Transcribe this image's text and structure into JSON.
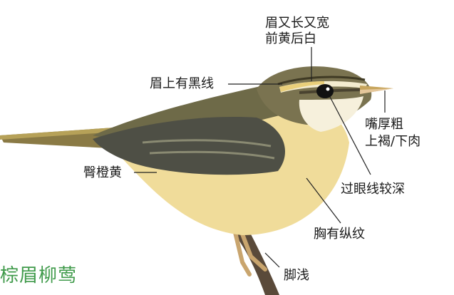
{
  "image_title": "棕眉柳莺",
  "annotations": {
    "eyebrow_line1": "眉又长又宽",
    "eyebrow_line2": "前黄后白",
    "crown_line": "眉上有黑线",
    "bill_line1": "嘴厚粗",
    "bill_line2": "上褐/下肉",
    "vent": "臀橙黄",
    "eyestripe": "过眼线较深",
    "breast": "胸有纵纹",
    "legs": "脚浅"
  },
  "colors": {
    "title": "#3f9a4a",
    "upperparts": "#6e6a48",
    "underparts": "#f0dc9a",
    "eyebrow": "#f3eccf",
    "wing": "#4e4f45"
  }
}
